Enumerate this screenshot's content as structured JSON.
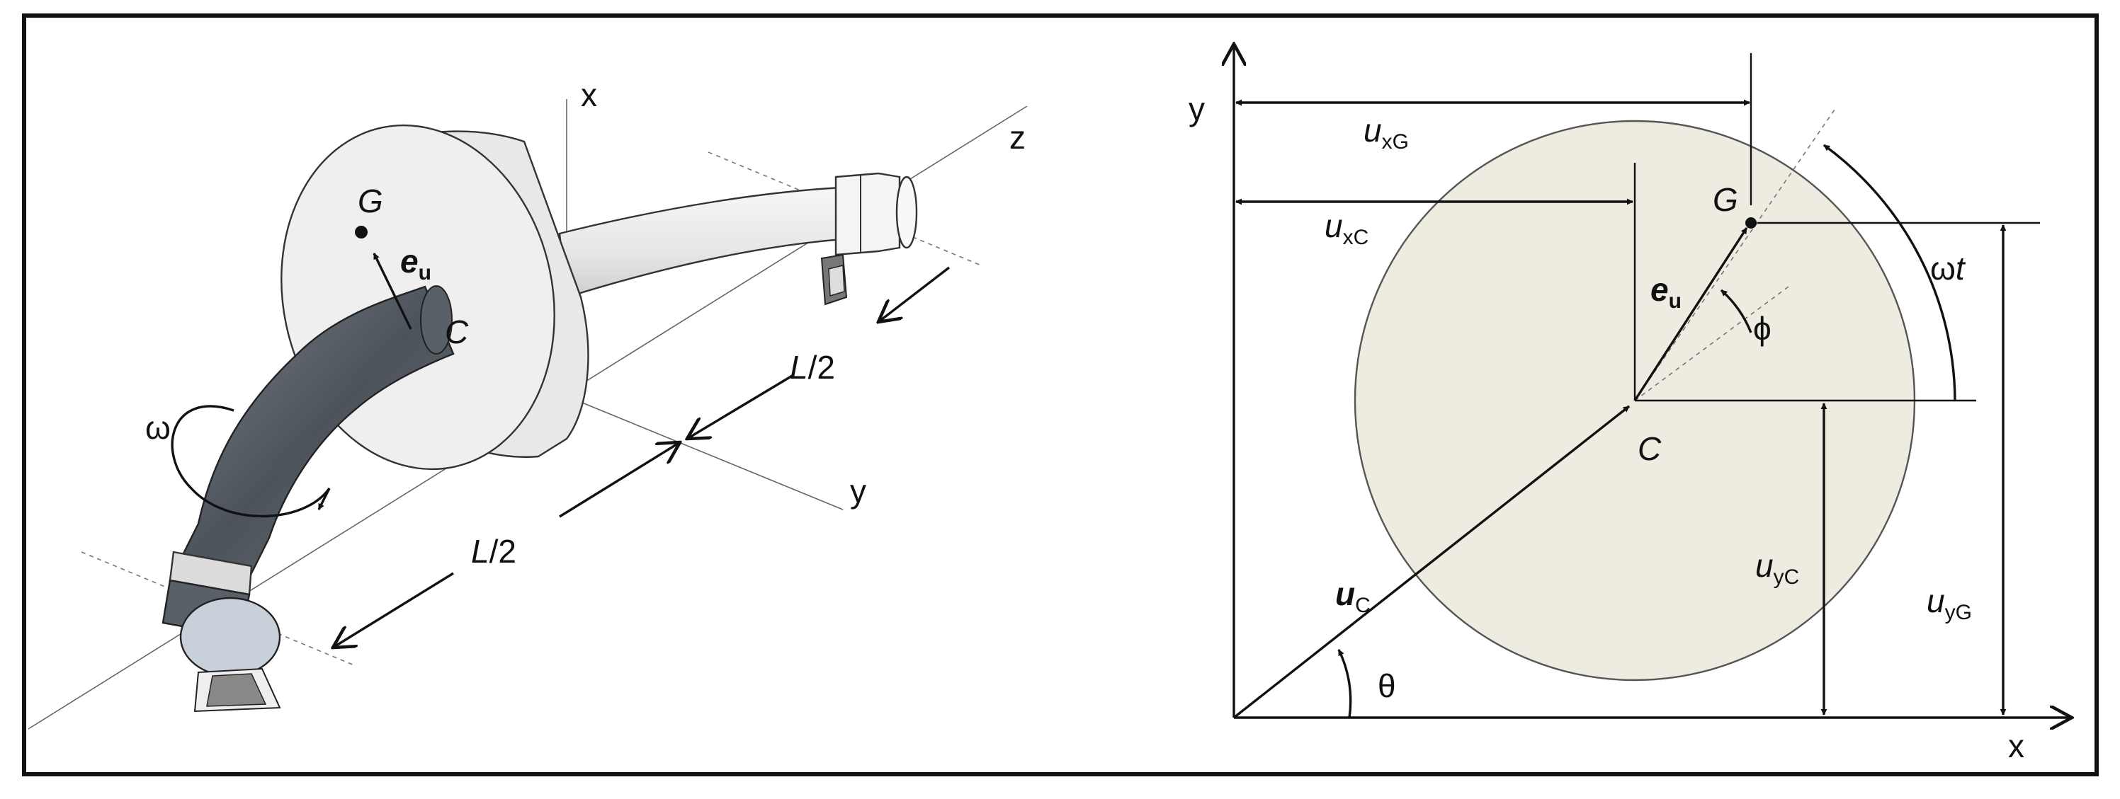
{
  "left_panel": {
    "axis_x": "x",
    "axis_y": "y",
    "axis_z": "z",
    "point_g": "G",
    "point_c": "C",
    "unit_vector_base": "e",
    "unit_vector_sub": "u",
    "spin": "ω",
    "half_length_1": "L",
    "half_length_1_suffix": "/2",
    "half_length_2": "L",
    "half_length_2_suffix": "/2"
  },
  "right_panel": {
    "axis_y": "y",
    "axis_x": "x",
    "point_g": "G",
    "point_c": "C",
    "unit_vector_base": "e",
    "unit_vector_sub": "u",
    "phase_angle": "ϕ",
    "rotation_angle_base": "ω",
    "rotation_angle_var": "t",
    "position_vector_base": "u",
    "position_vector_sub": "C",
    "angle_theta": "θ",
    "uxG_base": "u",
    "uxG_sub": "xG",
    "uxC_base": "u",
    "uxC_sub": "xC",
    "uyC_base": "u",
    "uyC_sub": "yC",
    "uyG_base": "u",
    "uyG_sub": "yG"
  },
  "colors": {
    "disk_fill": "#eeebe0",
    "shaft_dark": "#5a6068",
    "shaft_light": "#f2f2f2",
    "outline": "#111111"
  }
}
